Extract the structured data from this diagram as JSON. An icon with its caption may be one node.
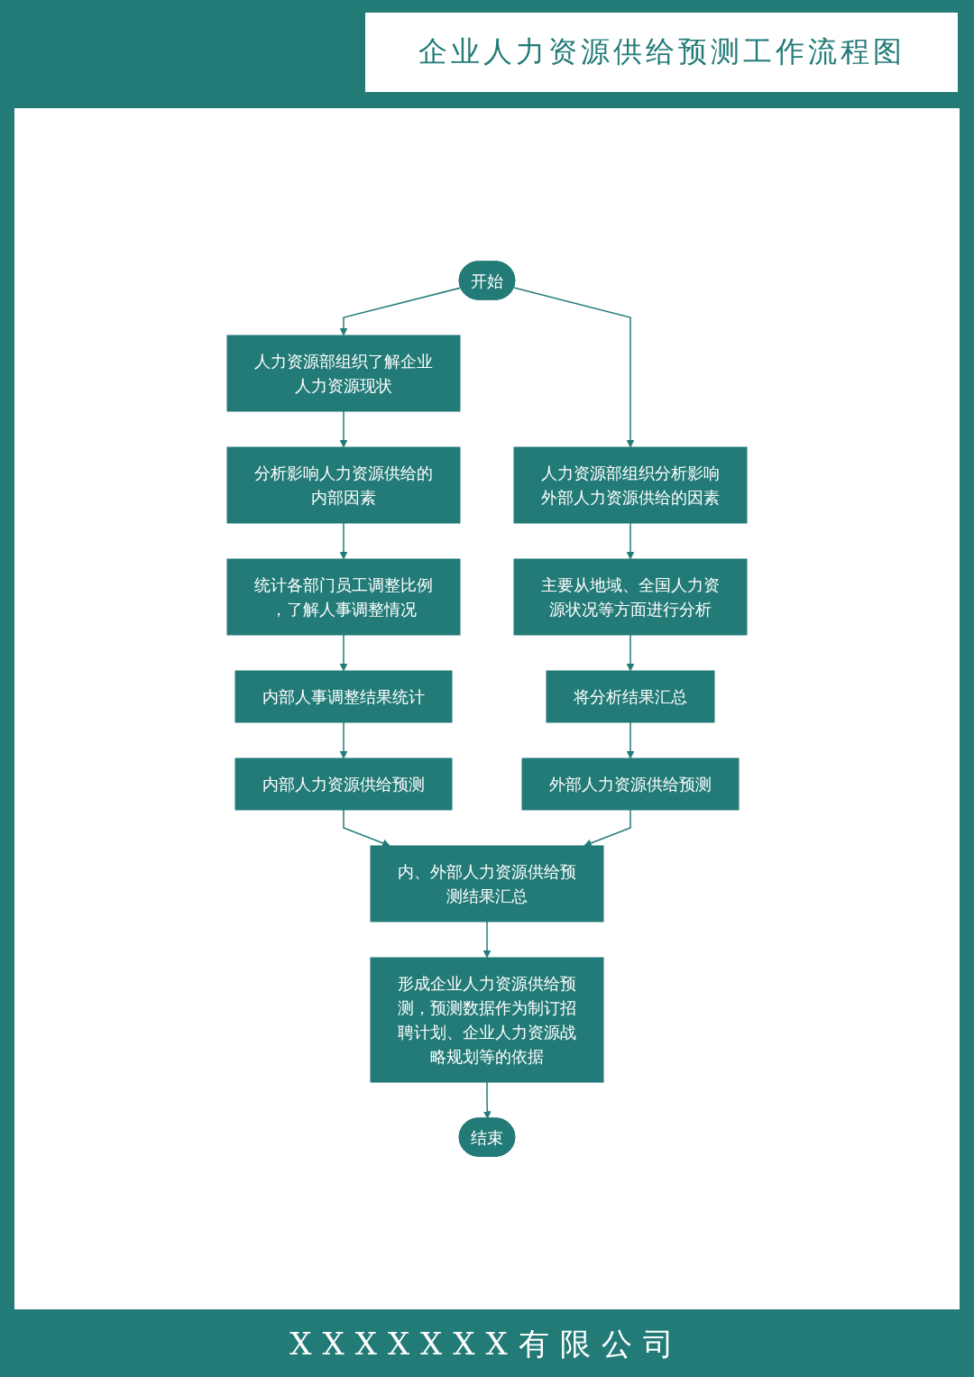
{
  "diagram": {
    "title": "企业人力资源供给预测工作流程图",
    "nodes": [
      {
        "text": [
          "开始"
        ]
      },
      {
        "text": [
          "人力资源部组织了解企业人力资源现状"
        ]
      },
      {
        "text": [
          "分析影响人力资源供给的内部因素"
        ]
      },
      {
        "text": [
          "统计各部门员工调整比例，了解人事调整情况"
        ]
      },
      {
        "text": [
          "内部人事调整结果统计"
        ]
      },
      {
        "text": [
          "内部人力资源供给预测"
        ]
      },
      {
        "text": [
          "人力资源部组织分析影响外部人力资源供给的因素"
        ]
      },
      {
        "text": [
          "主要从地域、全国人力资源状况等方面进行分析"
        ]
      },
      {
        "text": [
          "将分析结果汇总"
        ]
      },
      {
        "text": [
          "外部人力资源供给预测"
        ]
      },
      {
        "text": [
          "内、外部人力资源供给预测结果汇总"
        ]
      },
      {
        "text": [
          "形成企业人力资源供给预测，预测数据作为制订招聘计划、企业人力资源战略规划等的依据"
        ]
      },
      {
        "text": [
          "结束"
        ]
      }
    ],
    "edges": [
      {
        "from": 0,
        "to": 1,
        "arrow": "to"
      },
      {
        "from": 0,
        "to": 6,
        "arrow": "to"
      },
      {
        "from": 1,
        "to": 2,
        "arrow": "to"
      },
      {
        "from": 2,
        "to": 3,
        "arrow": "to"
      },
      {
        "from": 3,
        "to": 4,
        "arrow": "to"
      },
      {
        "from": 4,
        "to": 5,
        "arrow": "to"
      },
      {
        "from": 6,
        "to": 7,
        "arrow": "to"
      },
      {
        "from": 7,
        "to": 8,
        "arrow": "to"
      },
      {
        "from": 8,
        "to": 9,
        "arrow": "to"
      },
      {
        "from": 5,
        "to": 10,
        "arrow": "to"
      },
      {
        "from": 9,
        "to": 10,
        "arrow": "to"
      },
      {
        "from": 10,
        "to": 11,
        "arrow": "to"
      },
      {
        "from": 11,
        "to": 12,
        "arrow": "to"
      }
    ],
    "labels": [
      "XXXXXXX有限公司"
    ]
  }
}
